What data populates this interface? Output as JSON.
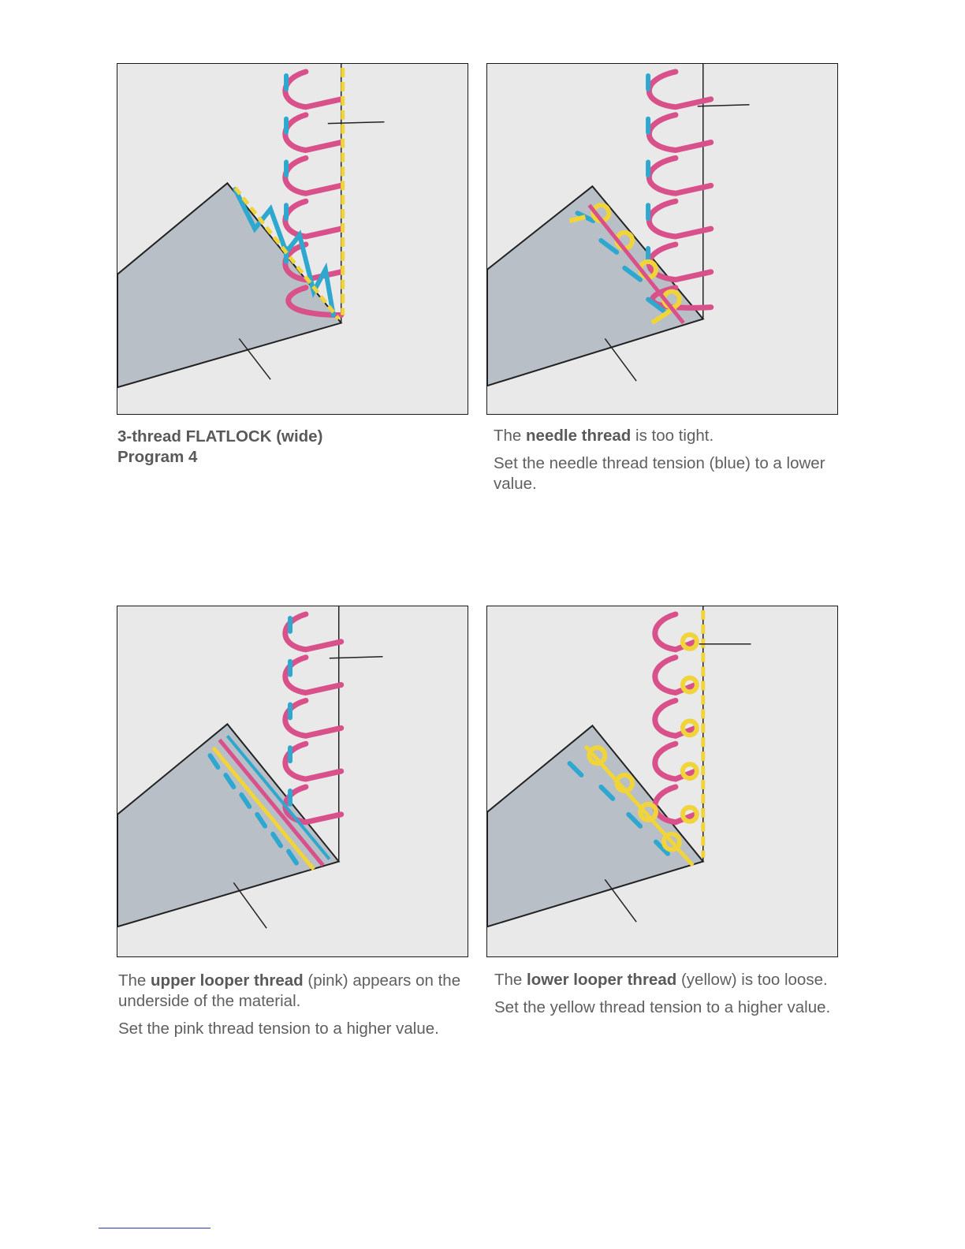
{
  "colors": {
    "background": "#e9e9e9",
    "fabric": "#b8bfc7",
    "needle_thread": "#2fa8cf",
    "upper_looper_thread": "#d9518a",
    "lower_looper_thread": "#f0d43a",
    "caption_text": "#5f5f5f"
  },
  "figures": [
    {
      "caption_lines": [
        [
          {
            "text": "3-thread FLATLOCK (wide)",
            "bold": true
          }
        ],
        [
          {
            "text": "Program 4",
            "bold": true
          }
        ]
      ]
    },
    {
      "caption_paragraphs": [
        [
          {
            "text": "The ",
            "bold": false
          },
          {
            "text": "needle thread",
            "bold": true
          },
          {
            "text": " is too tight.",
            "bold": false
          }
        ],
        [
          {
            "text": "Set the needle thread tension (blue) to a lower value.",
            "bold": false
          }
        ]
      ]
    },
    {
      "caption_paragraphs": [
        [
          {
            "text": "The ",
            "bold": false
          },
          {
            "text": "upper looper thread",
            "bold": true
          },
          {
            "text": " (pink) appears on the underside of the material.",
            "bold": false
          }
        ],
        [
          {
            "text": "Set the pink thread tension to a higher value.",
            "bold": false
          }
        ]
      ]
    },
    {
      "caption_paragraphs": [
        [
          {
            "text": "The ",
            "bold": false
          },
          {
            "text": "lower looper thread",
            "bold": true
          },
          {
            "text": " (yellow) is too loose.",
            "bold": false
          }
        ],
        [
          {
            "text": "Set the yellow thread tension to a higher value.",
            "bold": false
          }
        ]
      ]
    }
  ]
}
